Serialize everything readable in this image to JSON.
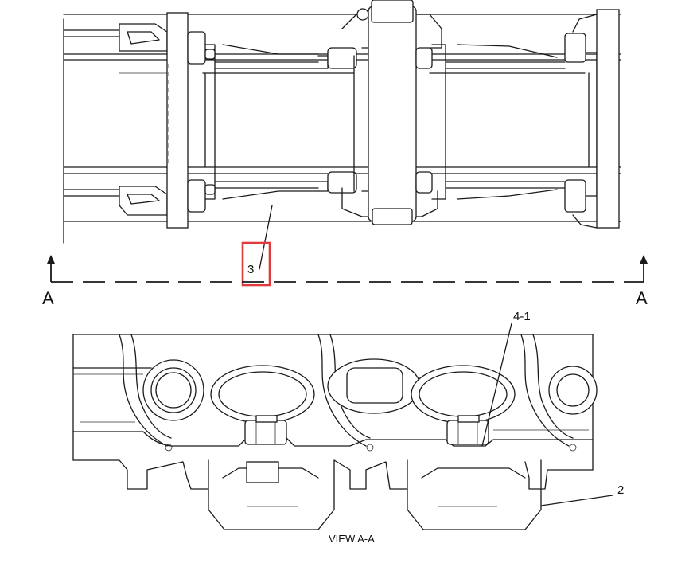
{
  "labels": {
    "callout_3": "3",
    "callout_4_1": "4-1",
    "callout_2": "2",
    "section_left": "A",
    "section_right": "A",
    "view_caption": "VIEW A-A"
  },
  "highlight": {
    "color": "#e03a3a"
  }
}
